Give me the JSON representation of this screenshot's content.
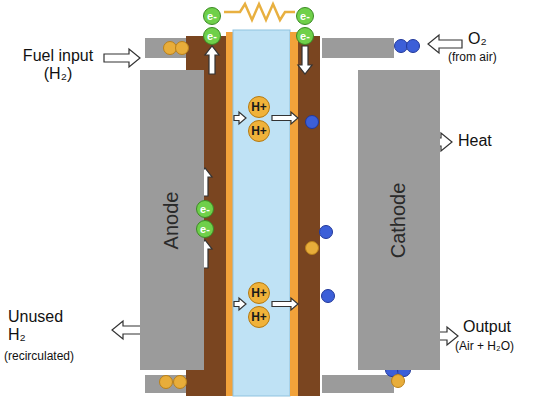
{
  "diagram": {
    "nodes": [
      {
        "text": [
          "Anode"
        ]
      },
      {
        "text": [
          "Cathode"
        ]
      },
      {
        "text": [
          "e-"
        ]
      },
      {
        "text": [
          "e-"
        ]
      },
      {
        "text": [
          "e-"
        ]
      },
      {
        "text": [
          "e-"
        ]
      },
      {
        "text": [
          "e-"
        ]
      },
      {
        "text": [
          "e-"
        ]
      },
      {
        "text": [
          "H+"
        ]
      },
      {
        "text": [
          "H+"
        ]
      },
      {
        "text": [
          "H+"
        ]
      },
      {
        "text": [
          "H+"
        ]
      }
    ],
    "labels": [
      "Fuel input (H₂)",
      "Unused H₂",
      "(recirculated)",
      "O₂",
      "(from air)",
      "Heat",
      "Output",
      "(Air + H₂O)"
    ]
  }
}
